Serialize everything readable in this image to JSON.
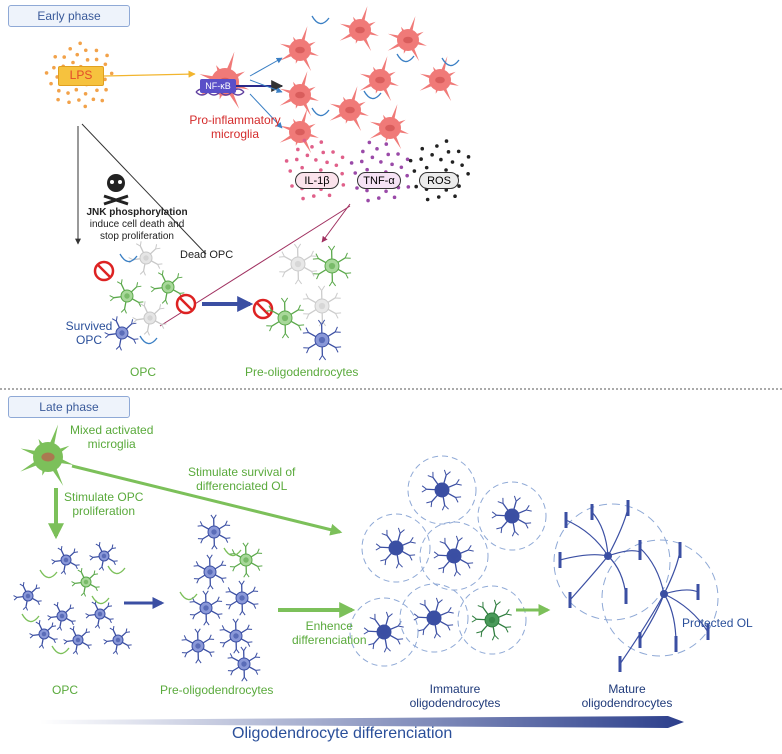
{
  "phases": {
    "early": "Early phase",
    "late": "Late phase"
  },
  "early": {
    "lps": "LPS",
    "nfkb": "NF-κB",
    "microglia_label": "Pro-inflammatory\nmicroglia",
    "cytokines": [
      "IL-1β",
      "TNF-α",
      "ROS"
    ],
    "jnk_title": "JNK phosphorylation",
    "jnk_desc": "induce cell death and\nstop proliferation",
    "dead_opc": "Dead OPC",
    "survived_opc": "Survived\nOPC",
    "opc": "OPC",
    "pre_oligo": "Pre-oligodendrocytes"
  },
  "late": {
    "mixed_microglia": "Mixed activated\nmicroglia",
    "stim_prolif": "Stimulate OPC\nproliferation",
    "stim_survival": "Stimulate  survival of\ndifferenciated OL",
    "enhance": "Enhence\ndifferenciation",
    "opc": "OPC",
    "pre_oligo": "Pre-oligodendrocytes",
    "immature": "Immature\noligodendrocytes",
    "mature": "Mature\noligodendrocytes",
    "protected": "Protected OL",
    "bottom": "Oligodendrocyte differenciation"
  },
  "colors": {
    "microglia": "#f07a78",
    "green_text": "#5aaa3c",
    "blue_text": "#2a4f9a",
    "red_text": "#d42a2a",
    "cell_blue": "#3b4fa3",
    "cell_green": "#5aa84a"
  }
}
